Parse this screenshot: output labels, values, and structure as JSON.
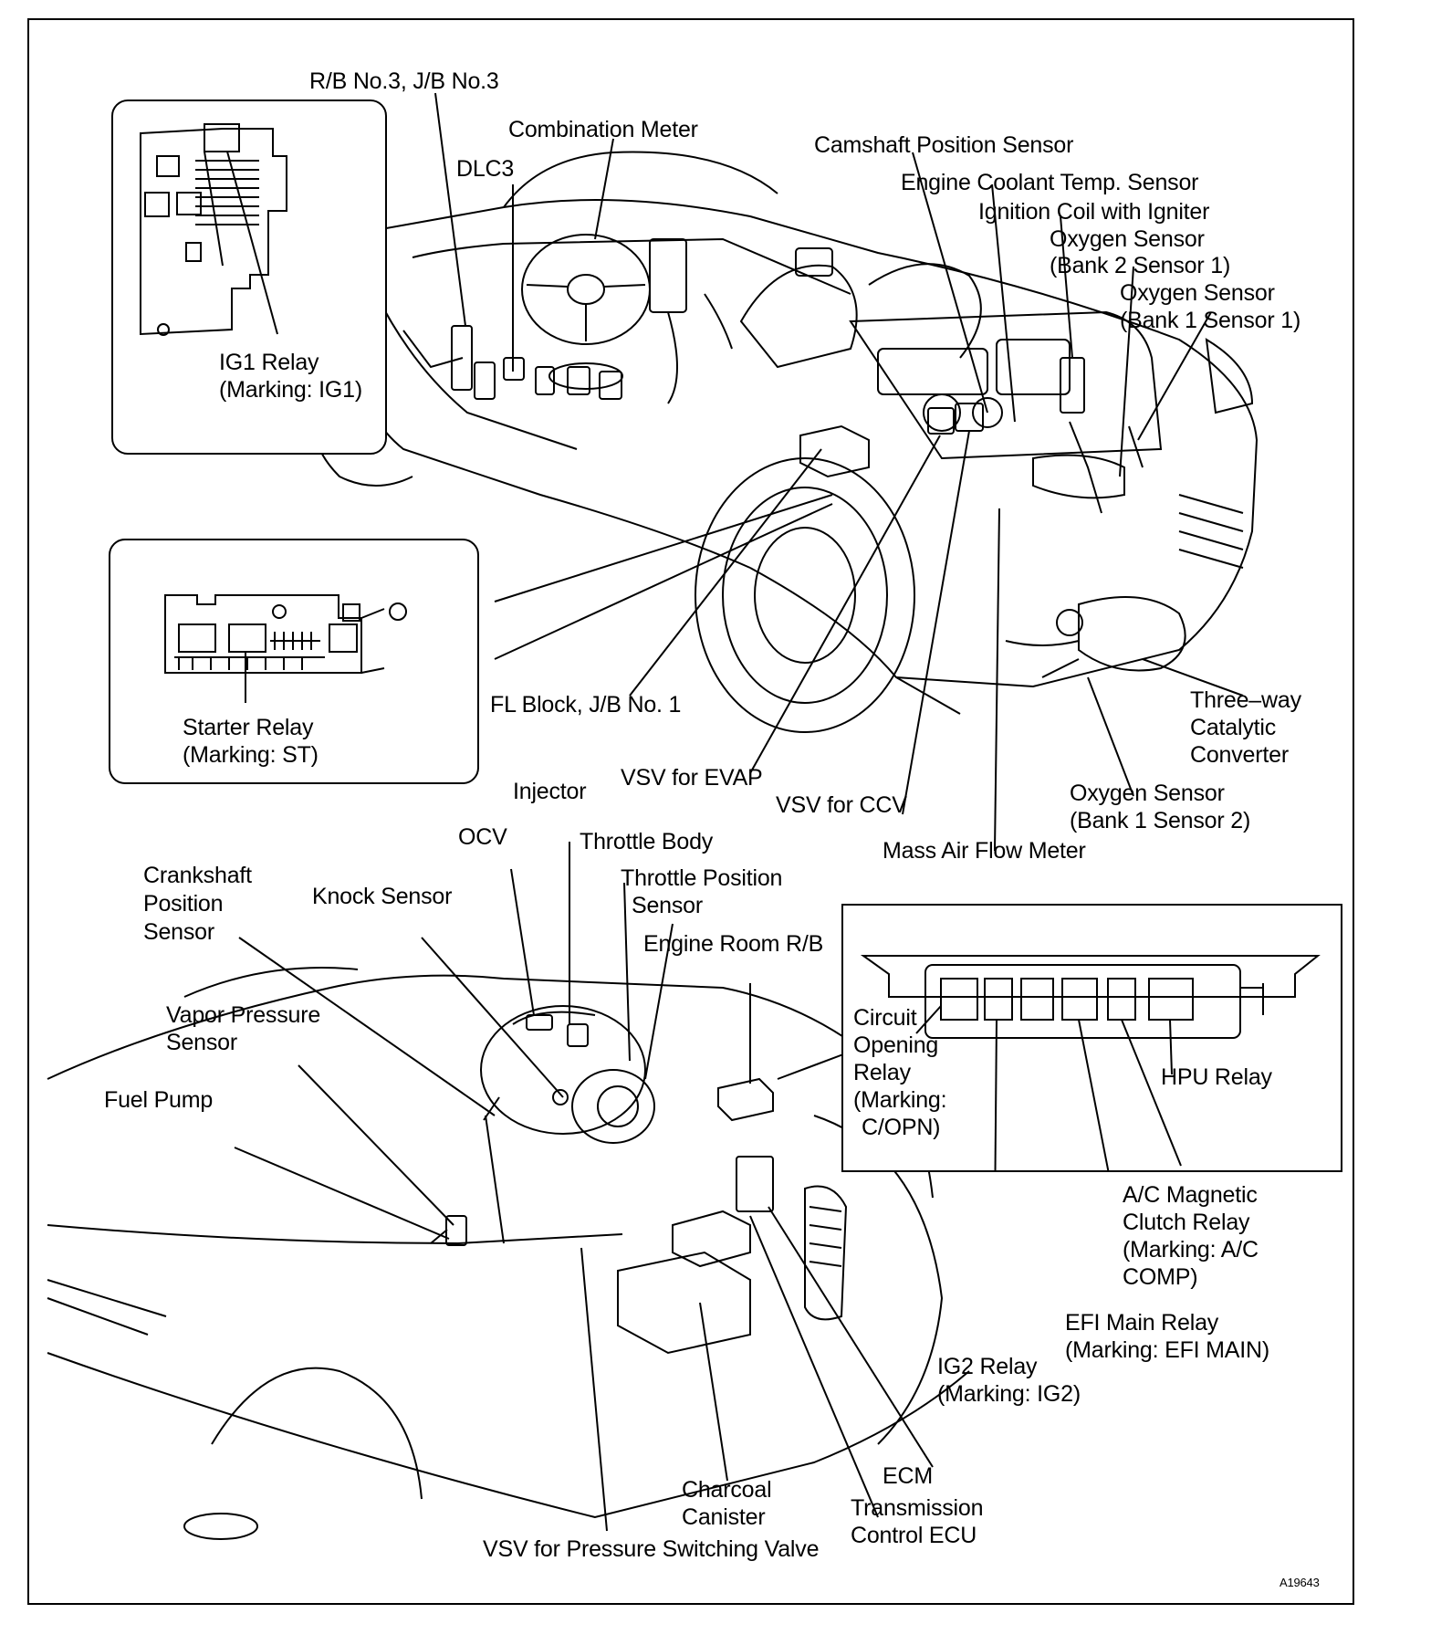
{
  "figure_code": "A19643",
  "labels": {
    "rb3_jb3": "R/B No.3, J/B No.3",
    "combination_meter": "Combination Meter",
    "dlc3": "DLC3",
    "camshaft_position_sensor": "Camshaft Position Sensor",
    "engine_coolant_temp_sensor": "Engine Coolant Temp. Sensor",
    "ignition_coil": "Ignition Coil with Igniter",
    "oxygen_b2s1_line1": "Oxygen Sensor",
    "oxygen_b2s1_line2": "(Bank 2 Sensor 1)",
    "oxygen_b1s1_line1": "Oxygen Sensor",
    "oxygen_b1s1_line2": "(Bank 1 Sensor 1)",
    "ig1_relay_line1": "IG1 Relay",
    "ig1_relay_line2": "(Marking: IG1)",
    "fl_block": "FL Block, J/B No. 1",
    "starter_relay_line1": "Starter Relay",
    "starter_relay_line2": "(Marking: ST)",
    "three_way_line1": "Three–way",
    "three_way_line2": "Catalytic",
    "three_way_line3": "Converter",
    "vsv_evap": "VSV for EVAP",
    "injector": "Injector",
    "vsv_ccv": "VSV for CCV",
    "oxygen_b1s2_line1": "Oxygen Sensor",
    "oxygen_b1s2_line2": "(Bank 1 Sensor 2)",
    "ocv": "OCV",
    "throttle_body": "Throttle Body",
    "mass_air_flow_meter": "Mass Air Flow Meter",
    "crankshaft_line1": "Crankshaft",
    "crankshaft_line2": "Position",
    "crankshaft_line3": "Sensor",
    "knock_sensor": "Knock Sensor",
    "throttle_position_line1": "Throttle Position",
    "throttle_position_line2": "Sensor",
    "engine_room_rb": "Engine Room R/B",
    "vapor_pressure_line1": "Vapor Pressure",
    "vapor_pressure_line2": "Sensor",
    "circuit_opening_line1": "Circuit",
    "circuit_opening_line2": "Opening",
    "circuit_opening_line3": "Relay",
    "circuit_opening_line4": "(Marking:",
    "circuit_opening_line5": "C/OPN)",
    "hpu_relay": "HPU Relay",
    "fuel_pump": "Fuel Pump",
    "ac_magnetic_line1": "A/C Magnetic",
    "ac_magnetic_line2": "Clutch Relay",
    "ac_magnetic_line3": "(Marking: A/C",
    "ac_magnetic_line4": "COMP)",
    "efi_main_line1": "EFI Main Relay",
    "efi_main_line2": "(Marking: EFI MAIN)",
    "ig2_relay_line1": "IG2 Relay",
    "ig2_relay_line2": "(Marking: IG2)",
    "ecm": "ECM",
    "charcoal_line1": "Charcoal",
    "charcoal_line2": "Canister",
    "transmission_line1": "Transmission",
    "transmission_line2": "Control ECU",
    "vsv_pressure": "VSV for Pressure Switching Valve"
  }
}
